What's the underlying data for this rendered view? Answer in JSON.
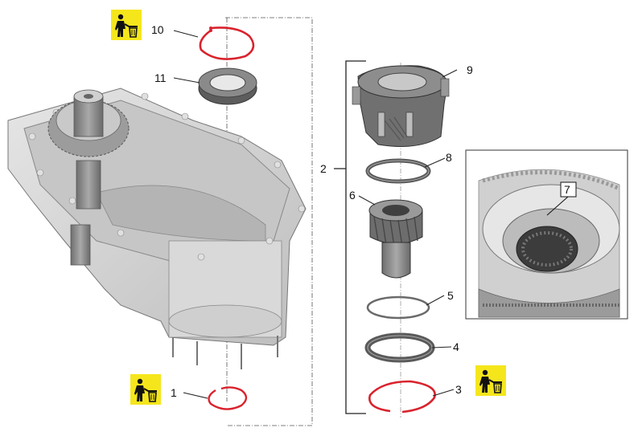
{
  "callouts": {
    "c1": "1",
    "c2": "2",
    "c3": "3",
    "c4": "4",
    "c5": "5",
    "c6": "6",
    "c7": "7",
    "c8": "8",
    "c9": "9",
    "c10": "10",
    "c11": "11"
  },
  "icons": {
    "disposal": "trash-disposal-icon"
  },
  "colors": {
    "snap_ring": "#d9232d",
    "warning_bg": "#f5e61c",
    "part_gray": "#8a8a8a",
    "housing": "#d4d4d4"
  }
}
